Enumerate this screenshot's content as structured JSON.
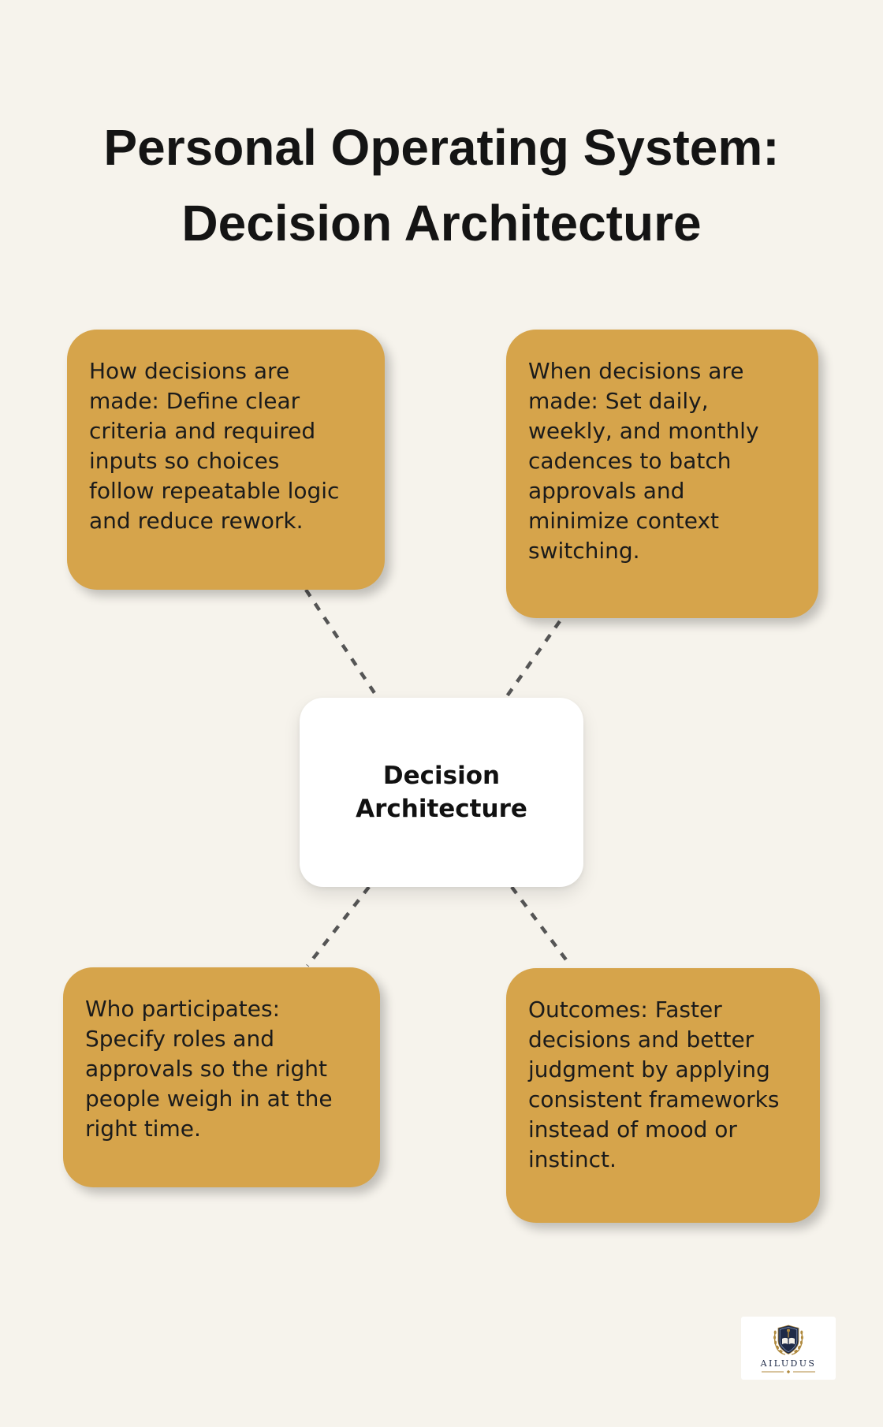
{
  "colors": {
    "background": "#F6F3EC",
    "card_gold": "#D6A44B",
    "card_white": "#FFFFFF",
    "text": "#1B1B1B",
    "connector": "#555555",
    "logo_navy": "#1E2A47",
    "logo_gold": "#B08A3E"
  },
  "title": {
    "line1": "Personal Operating System:",
    "line2": "Decision Architecture"
  },
  "diagram": {
    "center_node": {
      "label": "Decision\nArchitecture"
    },
    "nodes": [
      {
        "id": "how",
        "text": "How decisions are\nmade: Define clear\ncriteria and required\ninputs so choices\nfollow repeatable logic\nand reduce rework."
      },
      {
        "id": "when",
        "text": "When decisions are\nmade: Set daily,\nweekly, and monthly\ncadences to batch\napprovals and\nminimize context\nswitching."
      },
      {
        "id": "who",
        "text": "Who participates:\nSpecify roles and\napprovals so the right\npeople weigh in at the\nright time."
      },
      {
        "id": "outcomes",
        "text": "Outcomes: Faster\ndecisions and better\njudgment by applying\nconsistent frameworks\ninstead of mood or\ninstinct."
      }
    ]
  },
  "logo": {
    "name": "AILUDUS"
  }
}
